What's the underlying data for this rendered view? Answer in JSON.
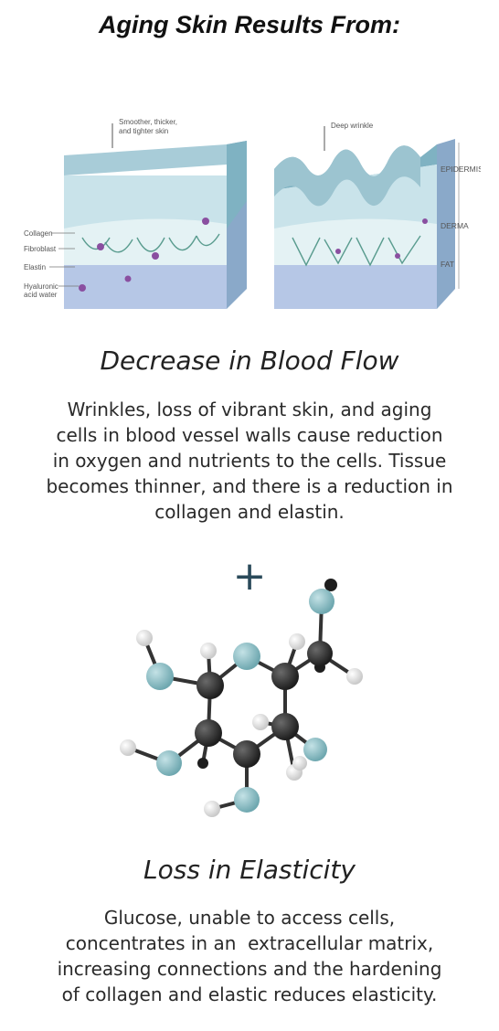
{
  "header": {
    "title": "Aging Skin Results From:"
  },
  "skin_diagram": {
    "left_callout": "Smoother, thicker,",
    "left_callout_2": "and tighter skin",
    "right_callout": "Deep wrinkle",
    "labels_left": [
      "Collagen",
      "Fibroblast",
      "Elastin",
      "Hyaluronic",
      "acid water"
    ],
    "labels_right": [
      "EPIDERMIS",
      "DERMA",
      "FAT"
    ]
  },
  "section1": {
    "heading": "Decrease in Blood Flow",
    "lines": [
      "Wrinkles, loss of vibrant skin, and aging",
      "cells in blood vessel walls cause reduction",
      "in oxygen and nutrients to the cells. Tissue",
      "becomes thinner, and there is a reduction in",
      "collagen and elastin."
    ]
  },
  "divider": {
    "symbol": "+"
  },
  "section2": {
    "heading": "Loss in Elasticity",
    "lines": [
      "Glucose, unable to access cells,",
      "concentrates in an  extracellular matrix,",
      "increasing connections and the hardening",
      "of collagen and elastic reduces elasticity."
    ]
  },
  "colors": {
    "skin_top": "#8fbecc",
    "skin_side": "#6fa6b6",
    "derma": "#d8ecef",
    "fat": "#b8c8e6",
    "atom_dark": "#3a3a3a",
    "atom_teal": "#8fc2c8",
    "atom_white": "#f4f4f4"
  }
}
